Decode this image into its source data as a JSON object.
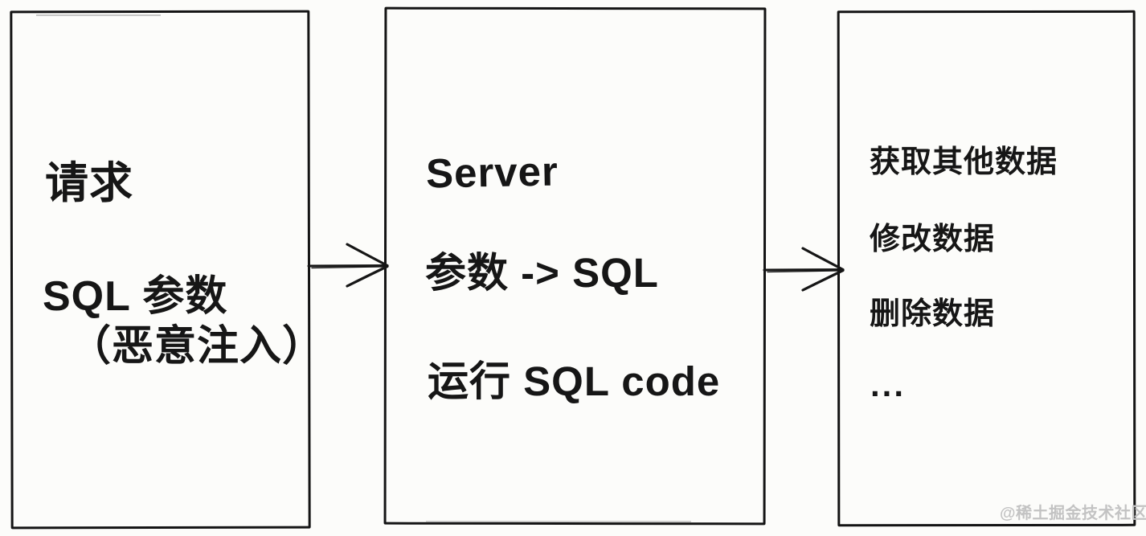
{
  "diagram": {
    "title_semantic": "SQL injection flow sketch",
    "boxes": [
      {
        "name": "request-box",
        "lines": [
          "请求",
          "SQL 参数",
          "（恶意注入）"
        ]
      },
      {
        "name": "server-box",
        "lines": [
          "Server",
          "参数 -> SQL",
          "运行 SQL code"
        ]
      },
      {
        "name": "result-box",
        "lines": [
          "获取其他数据",
          "修改数据",
          "删除数据",
          "..."
        ]
      }
    ],
    "arrows": [
      {
        "name": "arrow-request-to-server",
        "direction": "right"
      },
      {
        "name": "arrow-server-to-result",
        "direction": "right"
      }
    ],
    "colors": {
      "background": "#fcfcfa",
      "ink": "#161616",
      "box_border": "#141414",
      "watermark": "#c3c3c3"
    }
  },
  "watermark": {
    "text": "@稀土掘金技术社区"
  }
}
